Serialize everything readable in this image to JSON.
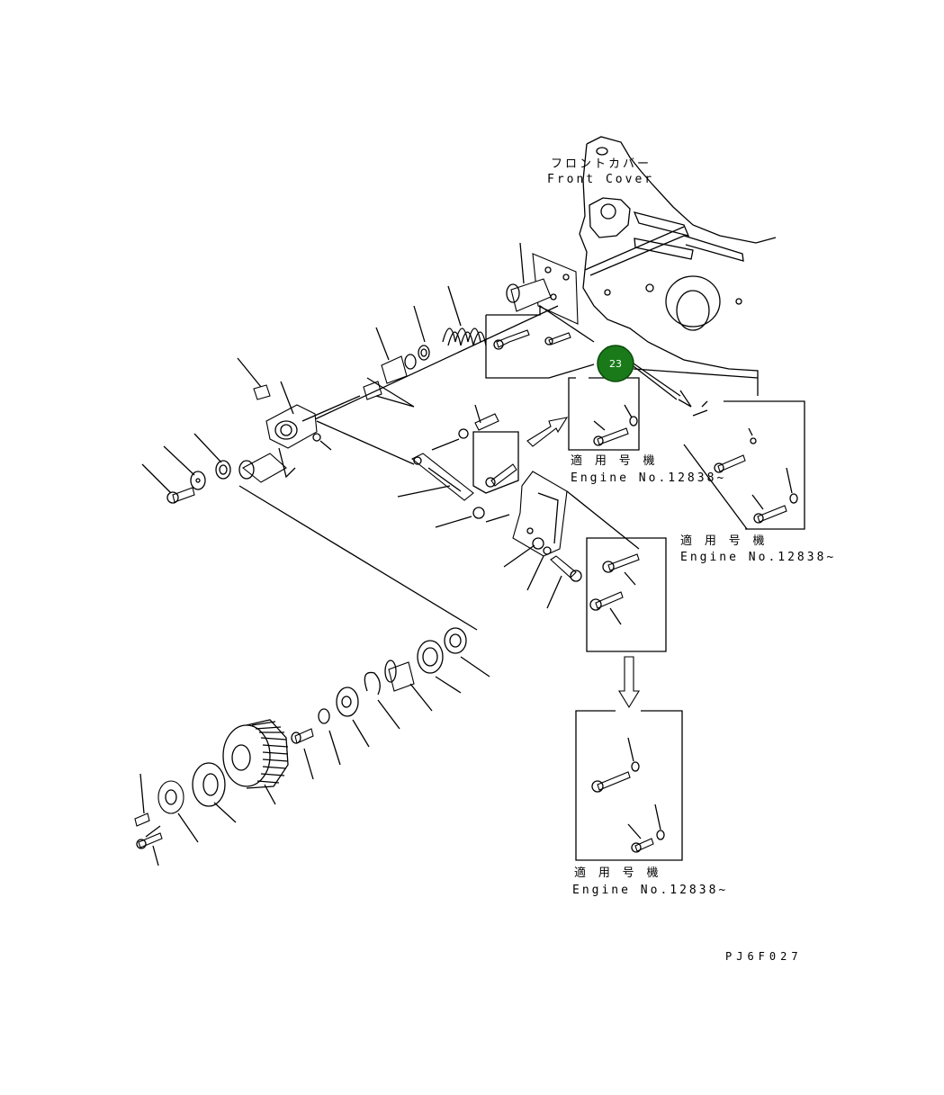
{
  "labels": {
    "front_cover_jp": "フロントカバー",
    "front_cover_en": "Front Cover",
    "applicable_jp": "適 用 号 機",
    "engine_no_1": "Engine No.12838~",
    "engine_no_2": "Engine No.12838~",
    "engine_no_3": "Engine No.12838~",
    "drawing_code": "PJ6F027"
  },
  "callout": {
    "number": "23",
    "color": "#1a7a1a"
  }
}
